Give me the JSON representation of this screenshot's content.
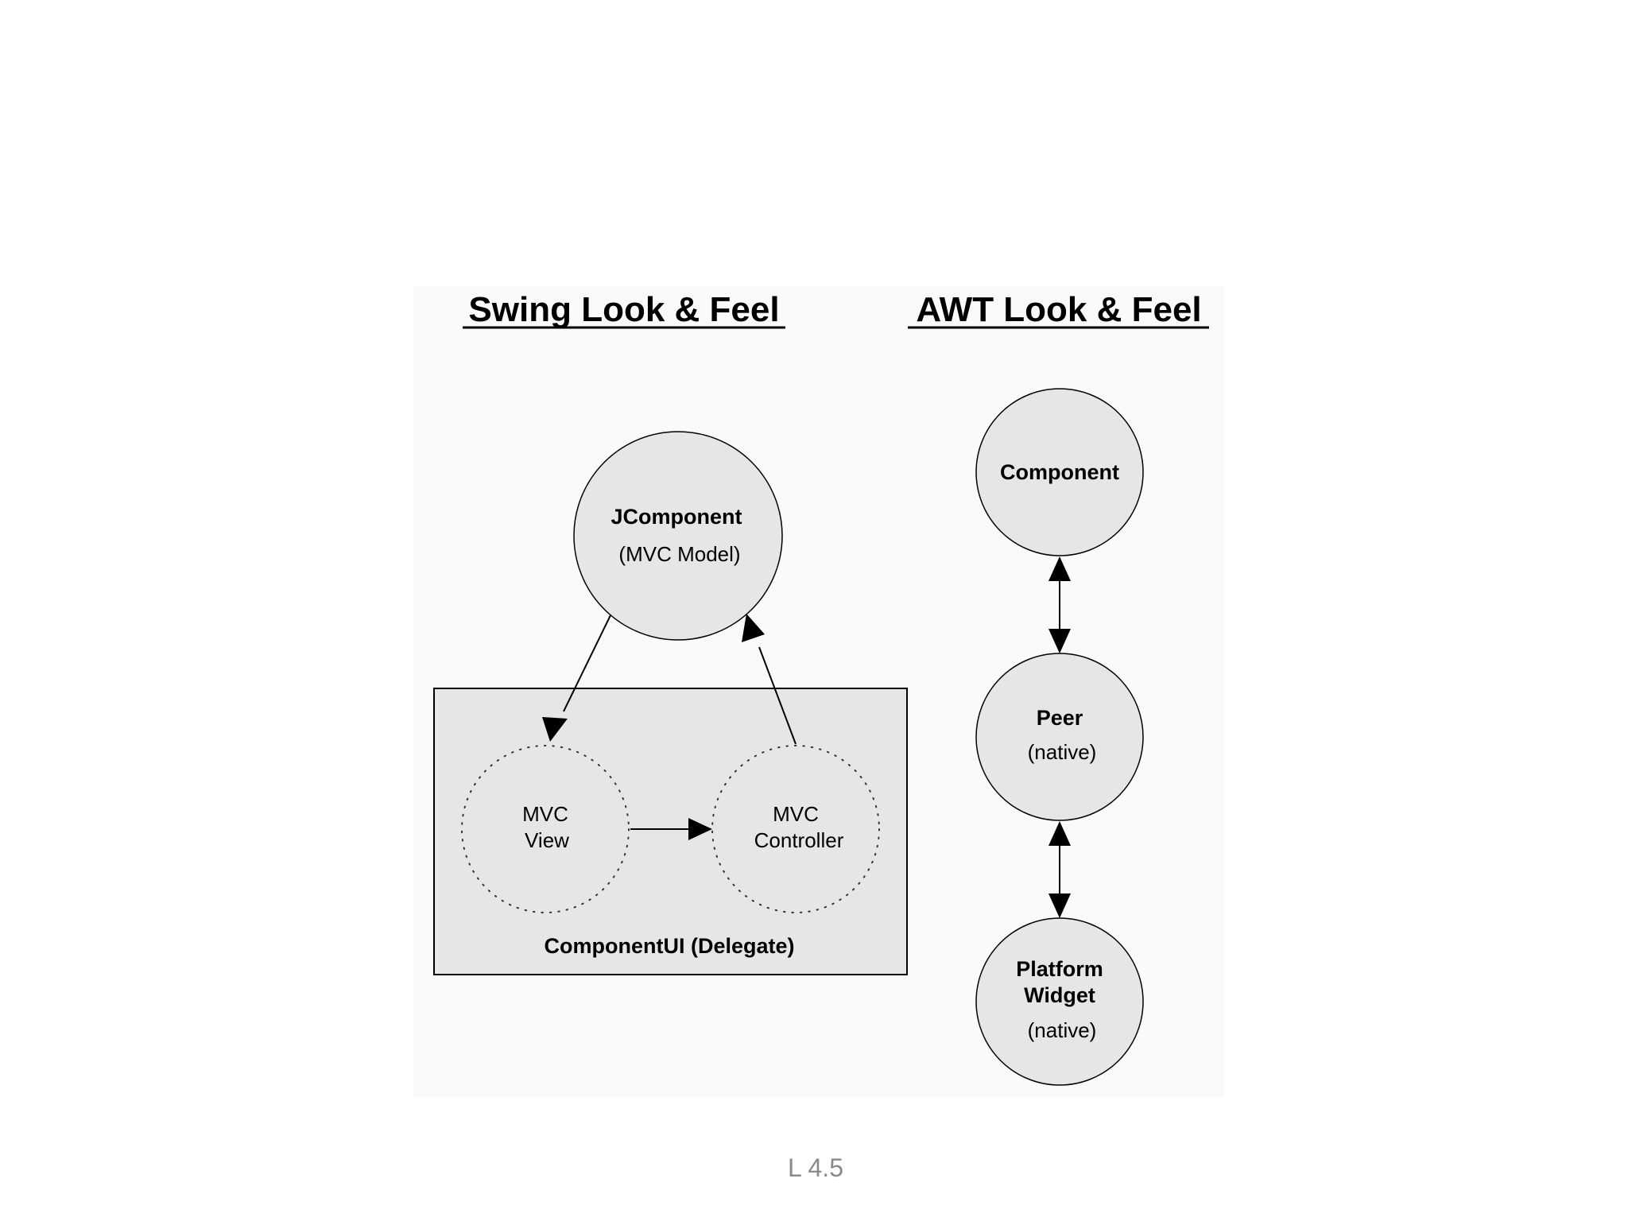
{
  "swing": {
    "title": "Swing Look & Feel",
    "jcomponent": {
      "name": "JComponent",
      "role": "(MVC Model)"
    },
    "delegate_label": "ComponentUI  (Delegate)",
    "view": {
      "line1": "MVC",
      "line2": "View"
    },
    "controller": {
      "line1": "MVC",
      "line2": "Controller"
    }
  },
  "awt": {
    "title": "AWT Look & Feel",
    "component": {
      "name": "Component"
    },
    "peer": {
      "name": "Peer",
      "note": "(native)"
    },
    "widget": {
      "line1": "Platform",
      "line2": "Widget",
      "note": "(native)"
    }
  },
  "footer": {
    "page_label": "L 4.5"
  }
}
